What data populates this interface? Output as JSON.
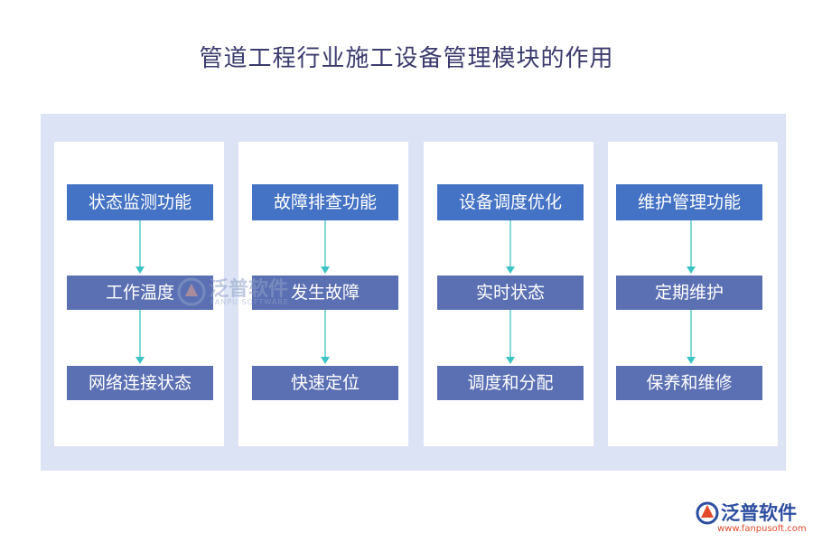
{
  "title": "管道工程行业施工设备管理模块的作用",
  "columns": [
    {
      "head": "状态监测功能",
      "items": [
        "工作温度",
        "网络连接状态"
      ]
    },
    {
      "head": "故障排查功能",
      "items": [
        "发生故障",
        "快速定位"
      ]
    },
    {
      "head": "设备调度优化",
      "items": [
        "实时状态",
        "调度和分配"
      ]
    },
    {
      "head": "维护管理功能",
      "items": [
        "定期维护",
        "保养和维修"
      ]
    }
  ],
  "watermark": {
    "name": "泛普软件",
    "sub": "FANPU SOFTWARE"
  },
  "logo": {
    "name": "泛普软件",
    "url": "www.fanpusoft.com"
  },
  "colors": {
    "panel": "#dbe3f5",
    "head_box": "#4472c4",
    "sub_box": "#5b70b3",
    "arrow": "#3cc3c3"
  }
}
